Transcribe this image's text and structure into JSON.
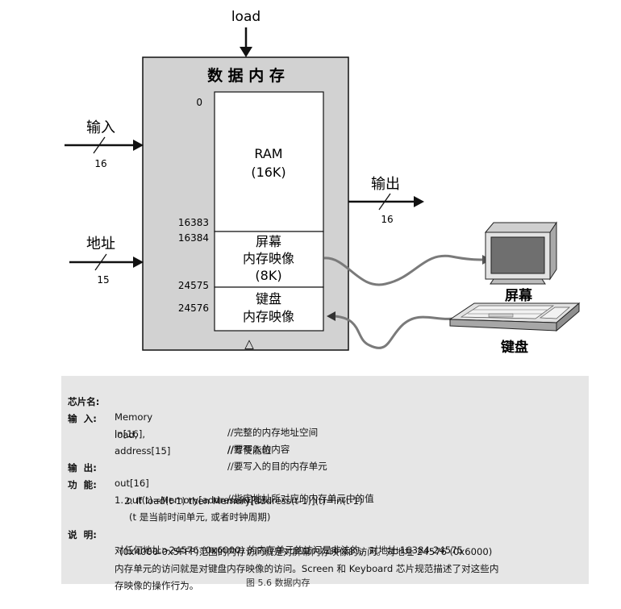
{
  "diagram": {
    "load_label": "load",
    "chip_title": "数 据 内 存",
    "input_label": "输入",
    "input_width": "16",
    "address_label": "地址",
    "address_width": "15",
    "output_label": "输出",
    "output_width": "16",
    "addr_0": "0",
    "addr_16383": "16383",
    "addr_16384": "16384",
    "addr_24575": "24575",
    "addr_24576": "24576",
    "ram_line1": "RAM",
    "ram_line2": "(16K)",
    "screen_line1": "屏幕",
    "screen_line2": "内存映像",
    "screen_line3": "(8K)",
    "kbd_line1": "键盘",
    "kbd_line2": "内存映像",
    "clock_symbol": "△",
    "screen_device_label": "屏幕",
    "keyboard_device_label": "键盘"
  },
  "spec": {
    "chip_name_key": "芯片名:",
    "chip_name_val": "Memory",
    "chip_name_cmt": "//完整的内存地址空间",
    "input_key": "输  入:",
    "in_line1": "in[16],",
    "in_line1_cmt": "//要写入的内容",
    "in_line2": "load,",
    "in_line2_cmt": "//写使能位",
    "in_line3": "address[15]",
    "in_line3_cmt": "//要写入的目的内存单元",
    "output_key": "输  出:",
    "out_val": "out[16]",
    "out_cmt": "//指定地址所对应的内存单元中的值",
    "func_key": "功  能:",
    "func1": "1. out(t)=Memory[address(t)](t)",
    "func2": "2. If load(t-1) then Memory[address(t-1)](t)=in(t-1)",
    "func3": "(t 是当前时间单元, 或者时钟周期)",
    "note_key": "说  明:",
    "note1": "对任何地址>24576 (0x6000) 的内存单元的访问是非法的。对地址 16384-24575",
    "note2": "(0x4000-0x5FFF)范围的内存访问就是对屏幕内存映像的访问。对地址 24576 (0x6000)",
    "note3": "内存单元的访问就是对键盘内存映像的访问。Screen 和 Keyboard 芯片规范描述了对这些内",
    "note4": "存映像的操作行为。"
  },
  "caption": "图 5.6 数据内存",
  "colors": {
    "chip_fill": "#d2d2d2",
    "spec_bg": "#e6e6e6",
    "monitor_screen": "#6f6f6f",
    "cable": "#7a7a7a"
  }
}
